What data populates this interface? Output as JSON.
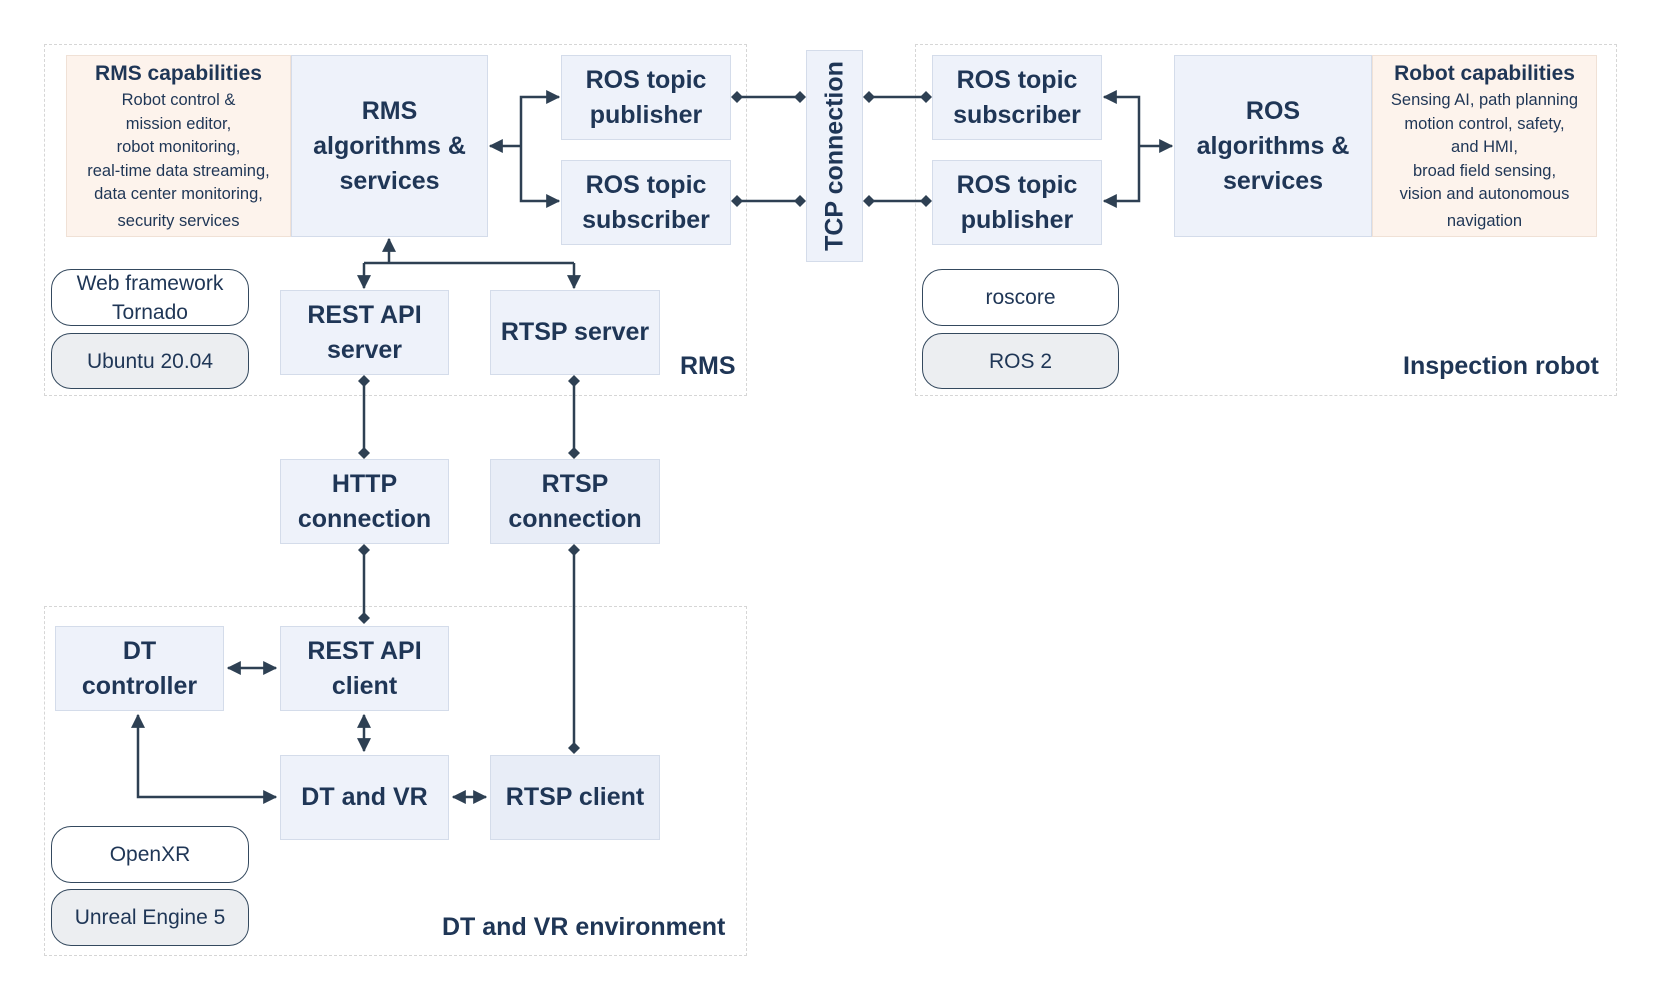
{
  "groups": {
    "rms": "RMS",
    "robot": "Inspection robot",
    "dtvr": "DT and VR environment"
  },
  "rms_caps": {
    "title": "RMS capabilities",
    "lines": [
      "Robot control &",
      "mission editor,",
      "robot monitoring,",
      "real-time data streaming,",
      "data center monitoring,",
      "security services"
    ]
  },
  "robot_caps": {
    "title": "Robot capabilities",
    "lines": [
      "Sensing AI, path planning",
      "motion control, safety,",
      "and HMI,",
      "broad field sensing,",
      "vision and autonomous",
      "navigation"
    ]
  },
  "boxes": {
    "rms_algo": [
      "RMS",
      "algorithms &",
      "services"
    ],
    "rms_pub": [
      "ROS  topic",
      "publisher"
    ],
    "rms_sub": [
      "ROS  topic",
      "subscriber"
    ],
    "tcp": "TCP connection",
    "robot_sub": [
      "ROS  topic",
      "subscriber"
    ],
    "robot_pub": [
      "ROS  topic",
      "publisher"
    ],
    "ros_algo": [
      "ROS",
      "algorithms &",
      "services"
    ],
    "rest_server": [
      "REST API",
      "server"
    ],
    "rtsp_server": "RTSP server",
    "http_conn": [
      "HTTP",
      "connection"
    ],
    "rtsp_conn": [
      "RTSP",
      "connection"
    ],
    "dt_controller": [
      "DT",
      "controller"
    ],
    "rest_client": [
      "REST API",
      "client"
    ],
    "dt_vr": "DT and VR",
    "rtsp_client": "RTSP client"
  },
  "pills": {
    "web_framework": [
      "Web framework",
      "Tornado"
    ],
    "ubuntu": "Ubuntu 20.04",
    "roscore": "roscore",
    "ros2": "ROS 2",
    "openxr": "OpenXR",
    "unreal": "Unreal Engine 5"
  },
  "colors": {
    "box_fill": "#eef2fa",
    "capability_fill": "#fdf3ec",
    "text": "#1f3656",
    "connector": "#2e4053"
  }
}
